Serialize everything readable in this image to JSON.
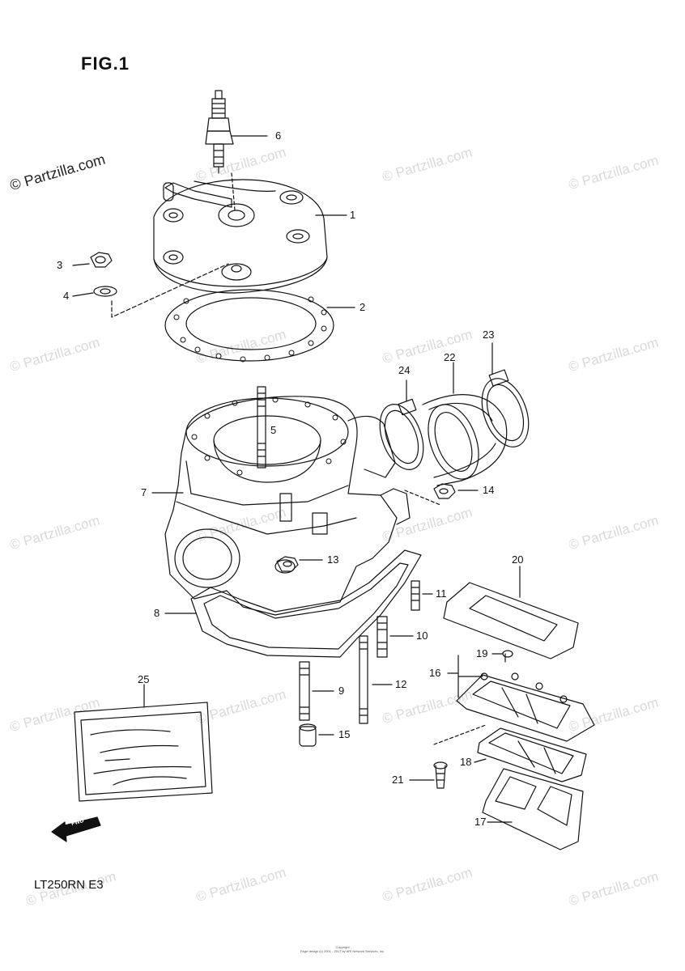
{
  "figure": {
    "title": "FIG.1",
    "model": "LT250RN E3"
  },
  "watermark": "© Partzilla.com",
  "copyright": {
    "line1": "Copyright",
    "line2": "Page design (c) 2001 - 2017 by ARI Network Services, Inc."
  },
  "callouts": [
    {
      "id": "c1",
      "label": "1"
    },
    {
      "id": "c2",
      "label": "2"
    },
    {
      "id": "c3",
      "label": "3"
    },
    {
      "id": "c4",
      "label": "4"
    },
    {
      "id": "c5",
      "label": "5"
    },
    {
      "id": "c6",
      "label": "6"
    },
    {
      "id": "c7",
      "label": "7"
    },
    {
      "id": "c8",
      "label": "8"
    },
    {
      "id": "c9",
      "label": "9"
    },
    {
      "id": "c10",
      "label": "10"
    },
    {
      "id": "c11",
      "label": "11"
    },
    {
      "id": "c12",
      "label": "12"
    },
    {
      "id": "c13",
      "label": "13"
    },
    {
      "id": "c14",
      "label": "14"
    },
    {
      "id": "c15",
      "label": "15"
    },
    {
      "id": "c16",
      "label": "16"
    },
    {
      "id": "c17",
      "label": "17"
    },
    {
      "id": "c18",
      "label": "18"
    },
    {
      "id": "c19",
      "label": "19"
    },
    {
      "id": "c20",
      "label": "20"
    },
    {
      "id": "c21",
      "label": "21"
    },
    {
      "id": "c22",
      "label": "22"
    },
    {
      "id": "c23",
      "label": "23"
    },
    {
      "id": "c24",
      "label": "24"
    },
    {
      "id": "c25",
      "label": "25"
    }
  ],
  "fwd_label": "FWD"
}
